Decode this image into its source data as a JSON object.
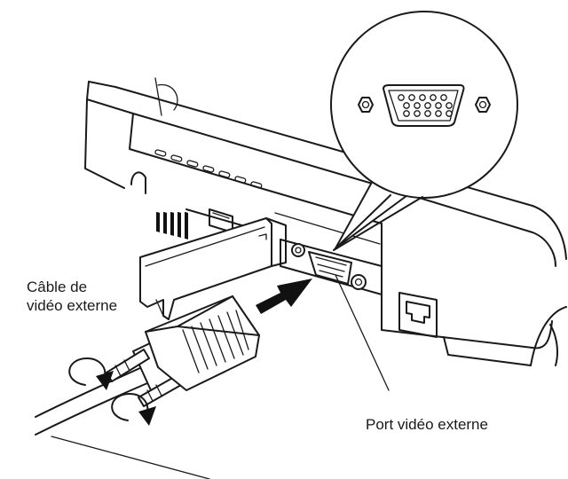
{
  "labels": {
    "cable": [
      "Câble de",
      "vidéo externe"
    ],
    "port": "Port vidéo externe"
  },
  "icons": [
    "vga-port-icon",
    "vga-connector-icon",
    "insert-arrow-icon",
    "screw-rotation-arrow-icon"
  ],
  "colors": {
    "line": "#1a1a1a",
    "background": "#ffffff"
  }
}
